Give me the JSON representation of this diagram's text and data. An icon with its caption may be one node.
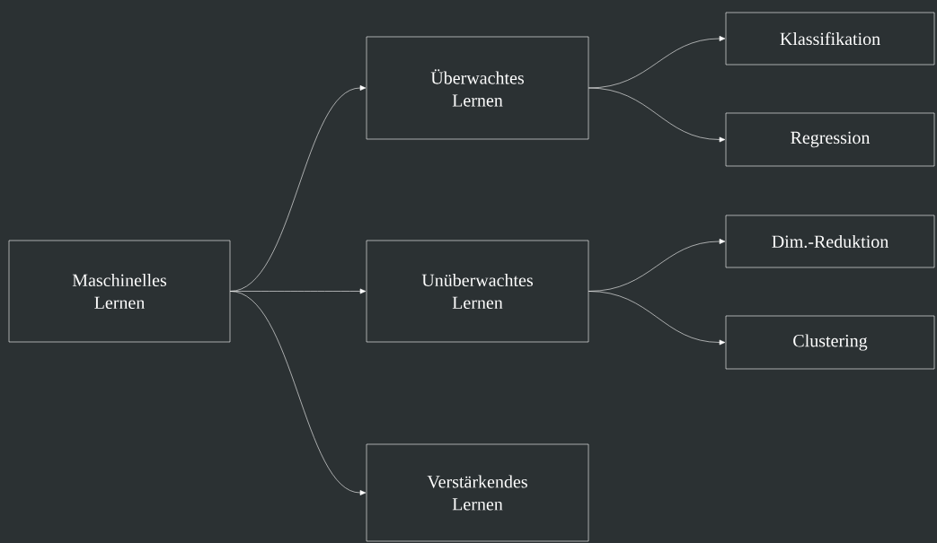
{
  "diagram": {
    "nodes": [
      {
        "text": [
          "Maschinelles Lernen"
        ]
      },
      {
        "text": [
          "Überwachtes Lernen"
        ]
      },
      {
        "text": [
          "Unüberwachtes Lernen"
        ]
      },
      {
        "text": [
          "Verstärkendes Lernen"
        ]
      },
      {
        "text": [
          "Klassifikation"
        ]
      },
      {
        "text": [
          "Regression"
        ]
      },
      {
        "text": [
          "Dim.-Reduktion"
        ]
      },
      {
        "text": [
          "Clustering"
        ]
      }
    ],
    "edges": [
      {
        "from": 0,
        "to": 1,
        "arrow": "to"
      },
      {
        "from": 0,
        "to": 2,
        "arrow": "to"
      },
      {
        "from": 0,
        "to": 3,
        "arrow": "to"
      },
      {
        "from": 1,
        "to": 4,
        "arrow": "to"
      },
      {
        "from": 1,
        "to": 5,
        "arrow": "to"
      },
      {
        "from": 2,
        "to": 6,
        "arrow": "to"
      },
      {
        "from": 2,
        "to": 7,
        "arrow": "to"
      }
    ]
  }
}
